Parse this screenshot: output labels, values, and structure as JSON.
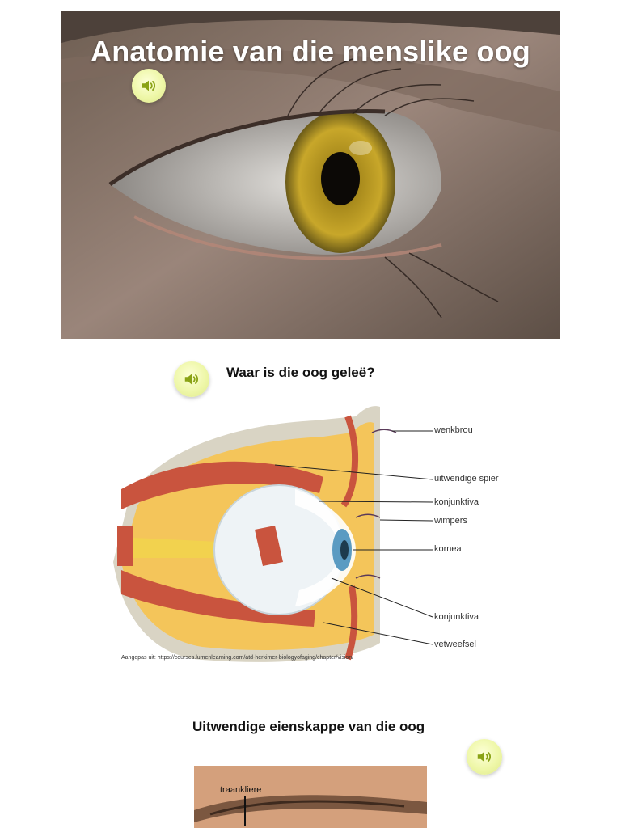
{
  "hero": {
    "title": "Anatomie van die menslike oog",
    "audio_icon": "speaker-icon"
  },
  "section1": {
    "heading": "Waar is die oog geleë?",
    "audio_icon": "speaker-icon"
  },
  "diagram": {
    "labels": {
      "wenkbrou": "wenkbrou",
      "uitwendige_spier": "uitwendige spier",
      "konjunktiva_top": "konjunktiva",
      "wimpers": "wimpers",
      "kornea": "kornea",
      "konjunktiva_bottom": "konjunktiva",
      "vetweefsel": "vetweefsel"
    },
    "caption": "Aangepas uit: https://courses.lumenlearning.com/atd-herkimer-biologyofaging/chapter/vision/"
  },
  "section2": {
    "heading": "Uitwendige eienskappe van die oog",
    "audio_icon": "speaker-icon",
    "photo_label": "traankliere"
  },
  "colors": {
    "audio_button": "#eef7a8",
    "iris": "#c8a72a",
    "muscle": "#c9543e",
    "fat": "#f4c55a"
  }
}
